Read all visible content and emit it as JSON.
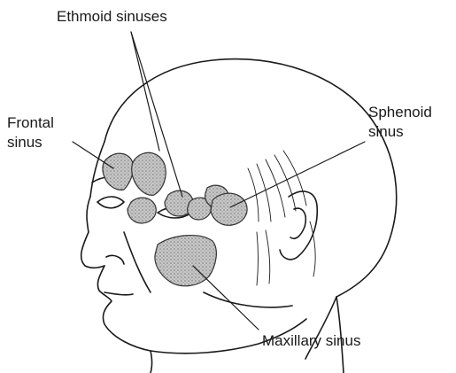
{
  "labels": {
    "ethmoid": "Ethmoid sinuses",
    "frontal_line1": "Frontal",
    "frontal_line2": "sinus",
    "sphenoid_line1": "Sphenoid",
    "sphenoid_line2": "sinus",
    "maxillary": "Maxillary sinus"
  },
  "colors": {
    "ink": "#1a1a1a",
    "sinus_fill": "#bdbdbd"
  }
}
